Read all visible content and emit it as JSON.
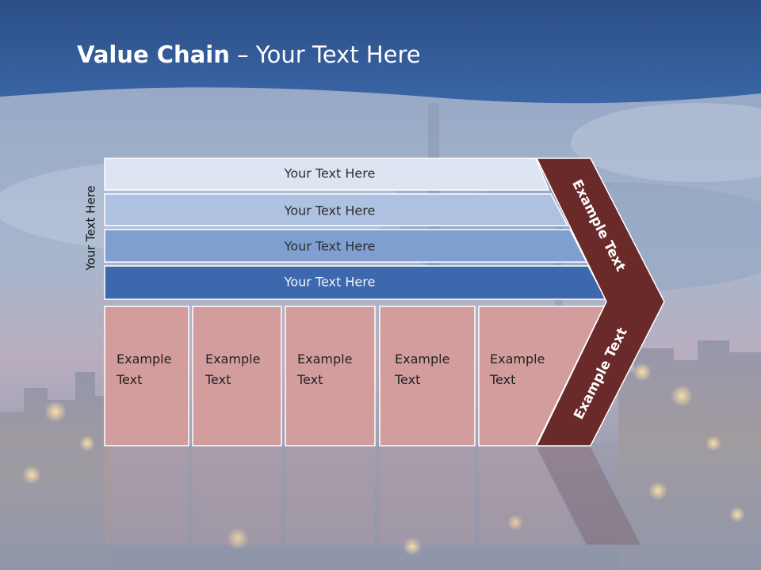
{
  "slide": {
    "title_bold": "Value Chain",
    "title_rest": " – Your Text Here"
  },
  "diagram": {
    "side_label": "Your Text Here",
    "bars": [
      {
        "label": "Your Text Here",
        "fill": "#dde5f2",
        "text_color": "#2e2e2e"
      },
      {
        "label": "Your Text Here",
        "fill": "#aec1e1",
        "text_color": "#2e2e2e"
      },
      {
        "label": "Your Text Here",
        "fill": "#7f9fd1",
        "text_color": "#2e2e2e"
      },
      {
        "label": "Your Text Here",
        "fill": "#3d68ad",
        "text_color": "#f2f4f8"
      }
    ],
    "boxes": [
      {
        "line1": "Example",
        "line2": "Text"
      },
      {
        "line1": "Example",
        "line2": "Text"
      },
      {
        "line1": "Example",
        "line2": "Text"
      },
      {
        "line1": "Example",
        "line2": "Text"
      },
      {
        "line1": "Example",
        "line2": "Text"
      }
    ],
    "arrow_upper_label": "Example Text",
    "arrow_lower_label": "Example Text",
    "colors": {
      "box_fill": "#d39d9d",
      "arrow_fill": "#6b2a2a",
      "header_blue": "#2f5a99"
    }
  }
}
